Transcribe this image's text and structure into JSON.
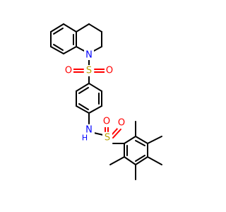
{
  "molecule": {
    "atoms": {
      "n_ring": "N",
      "s_top": "S",
      "o_top_left": "O",
      "o_top_right": "O",
      "nh": "N",
      "h": "H",
      "s_bottom": "S",
      "o_bottom_left": "O",
      "o_bottom_right": "O"
    }
  },
  "colors": {
    "carbon_bond": "#000000",
    "nitrogen": "#0000ff",
    "sulfur": "#b8a100",
    "oxygen": "#ff0000"
  }
}
